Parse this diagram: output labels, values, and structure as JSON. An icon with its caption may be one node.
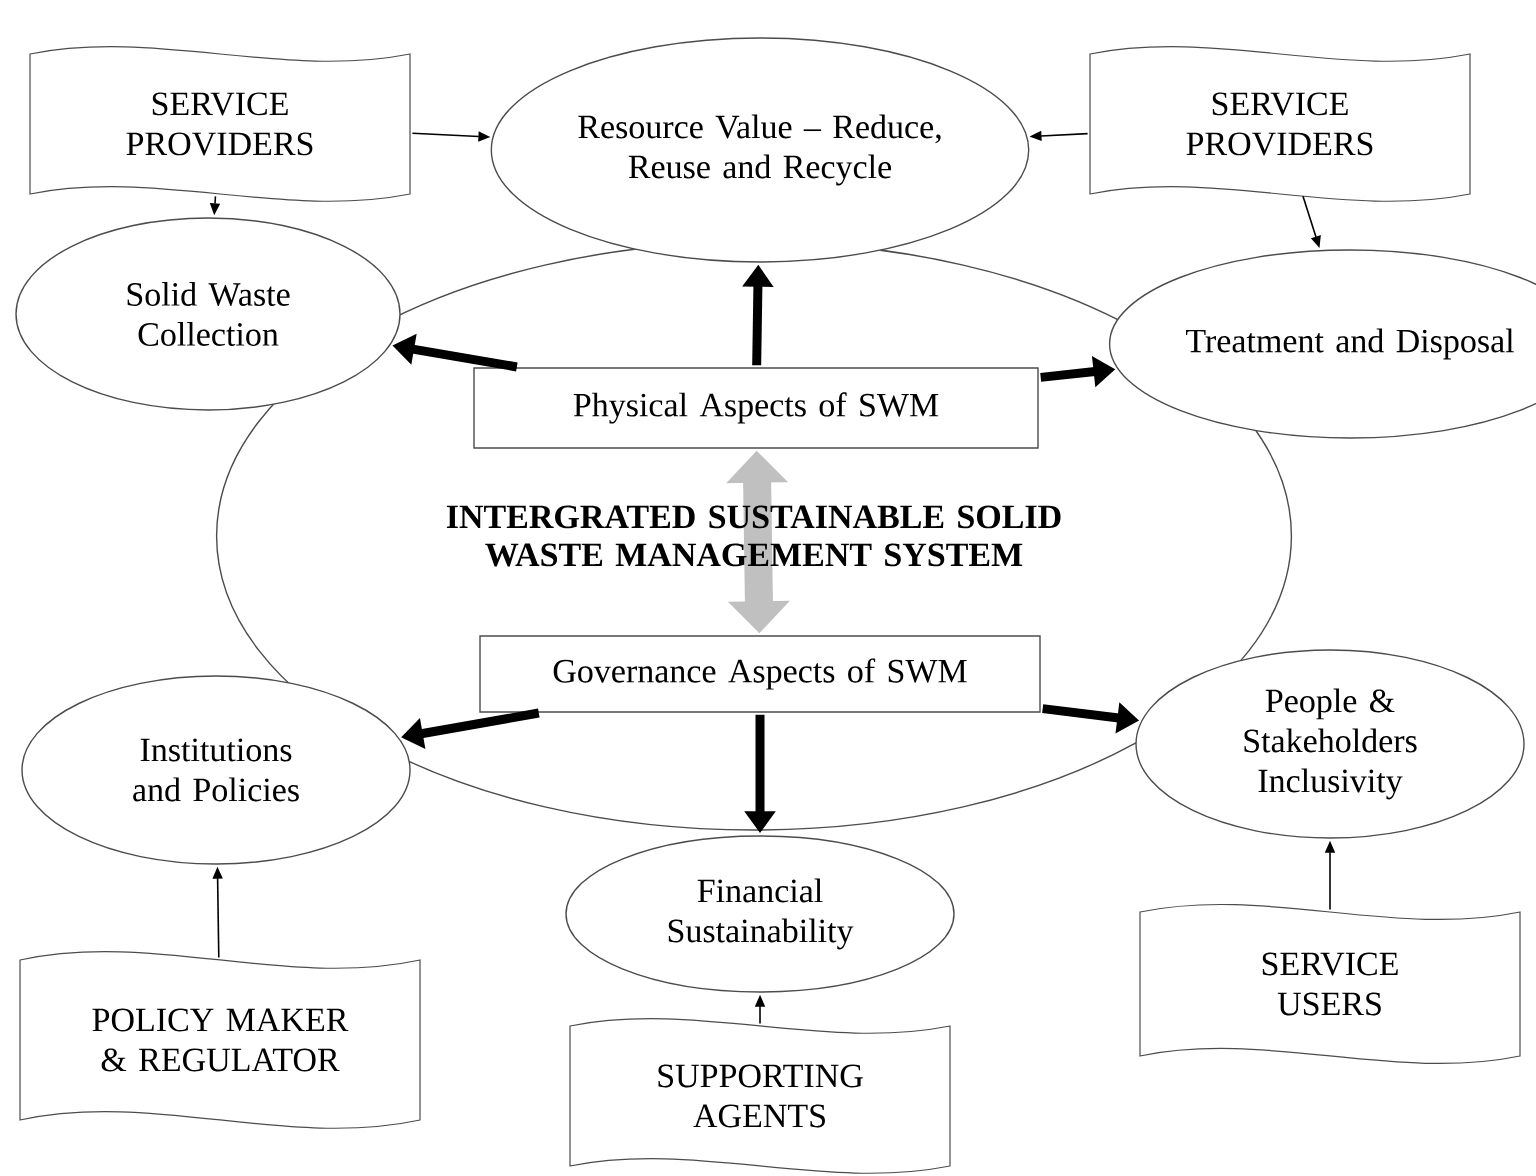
{
  "diagram": {
    "nodes": [
      {
        "text": [
          "INTERGRATED SUSTAINABLE SOLID WASTE MANAGEMENT SYSTEM"
        ]
      },
      {
        "text": [
          "Physical Aspects of SWM"
        ],
        "in": 0
      },
      {
        "text": [
          "Governance Aspects of SWM"
        ],
        "in": 0
      },
      {
        "text": [
          "Resource Value – Reduce, Reuse and Recycle"
        ]
      },
      {
        "text": [
          "SERVICE PROVIDERS"
        ]
      },
      {
        "text": [
          "Solid Waste Collection"
        ]
      },
      {
        "text": [
          "SERVICE PROVIDERS"
        ]
      },
      {
        "text": [
          "Treatment and Disposal"
        ]
      },
      {
        "text": [
          "Institutions and Policies"
        ]
      },
      {
        "text": [
          "POLICY MAKER & REGULATOR"
        ]
      },
      {
        "text": [
          "Financial Sustainability"
        ]
      },
      {
        "text": [
          "SUPPORTING AGENTS"
        ]
      },
      {
        "text": [
          "People & Stakeholders Inclusivity"
        ]
      },
      {
        "text": [
          "SERVICE USERS"
        ]
      }
    ],
    "edges": [
      {
        "from": 4,
        "to": 3,
        "arrow": "to"
      },
      {
        "from": 4,
        "to": 5,
        "arrow": "to"
      },
      {
        "from": 6,
        "to": 3,
        "arrow": "to"
      },
      {
        "from": 6,
        "to": 7,
        "arrow": "to"
      },
      {
        "from": 1,
        "to": 3,
        "arrow": "to",
        "style": "thick"
      },
      {
        "from": 1,
        "to": 5,
        "arrow": "to",
        "style": "thick"
      },
      {
        "from": 1,
        "to": 7,
        "arrow": "to",
        "style": "thick"
      },
      {
        "from": 1,
        "to": 2,
        "arrow": "both",
        "style": "thick",
        "color": "#c0c0c0"
      },
      {
        "from": 2,
        "to": 8,
        "arrow": "to",
        "style": "thick"
      },
      {
        "from": 2,
        "to": 10,
        "arrow": "to",
        "style": "thick"
      },
      {
        "from": 2,
        "to": 12,
        "arrow": "to",
        "style": "thick"
      },
      {
        "from": 9,
        "to": 8,
        "arrow": "to"
      },
      {
        "from": 11,
        "to": 10,
        "arrow": "to"
      },
      {
        "from": 13,
        "to": 12,
        "arrow": "to"
      }
    ]
  }
}
